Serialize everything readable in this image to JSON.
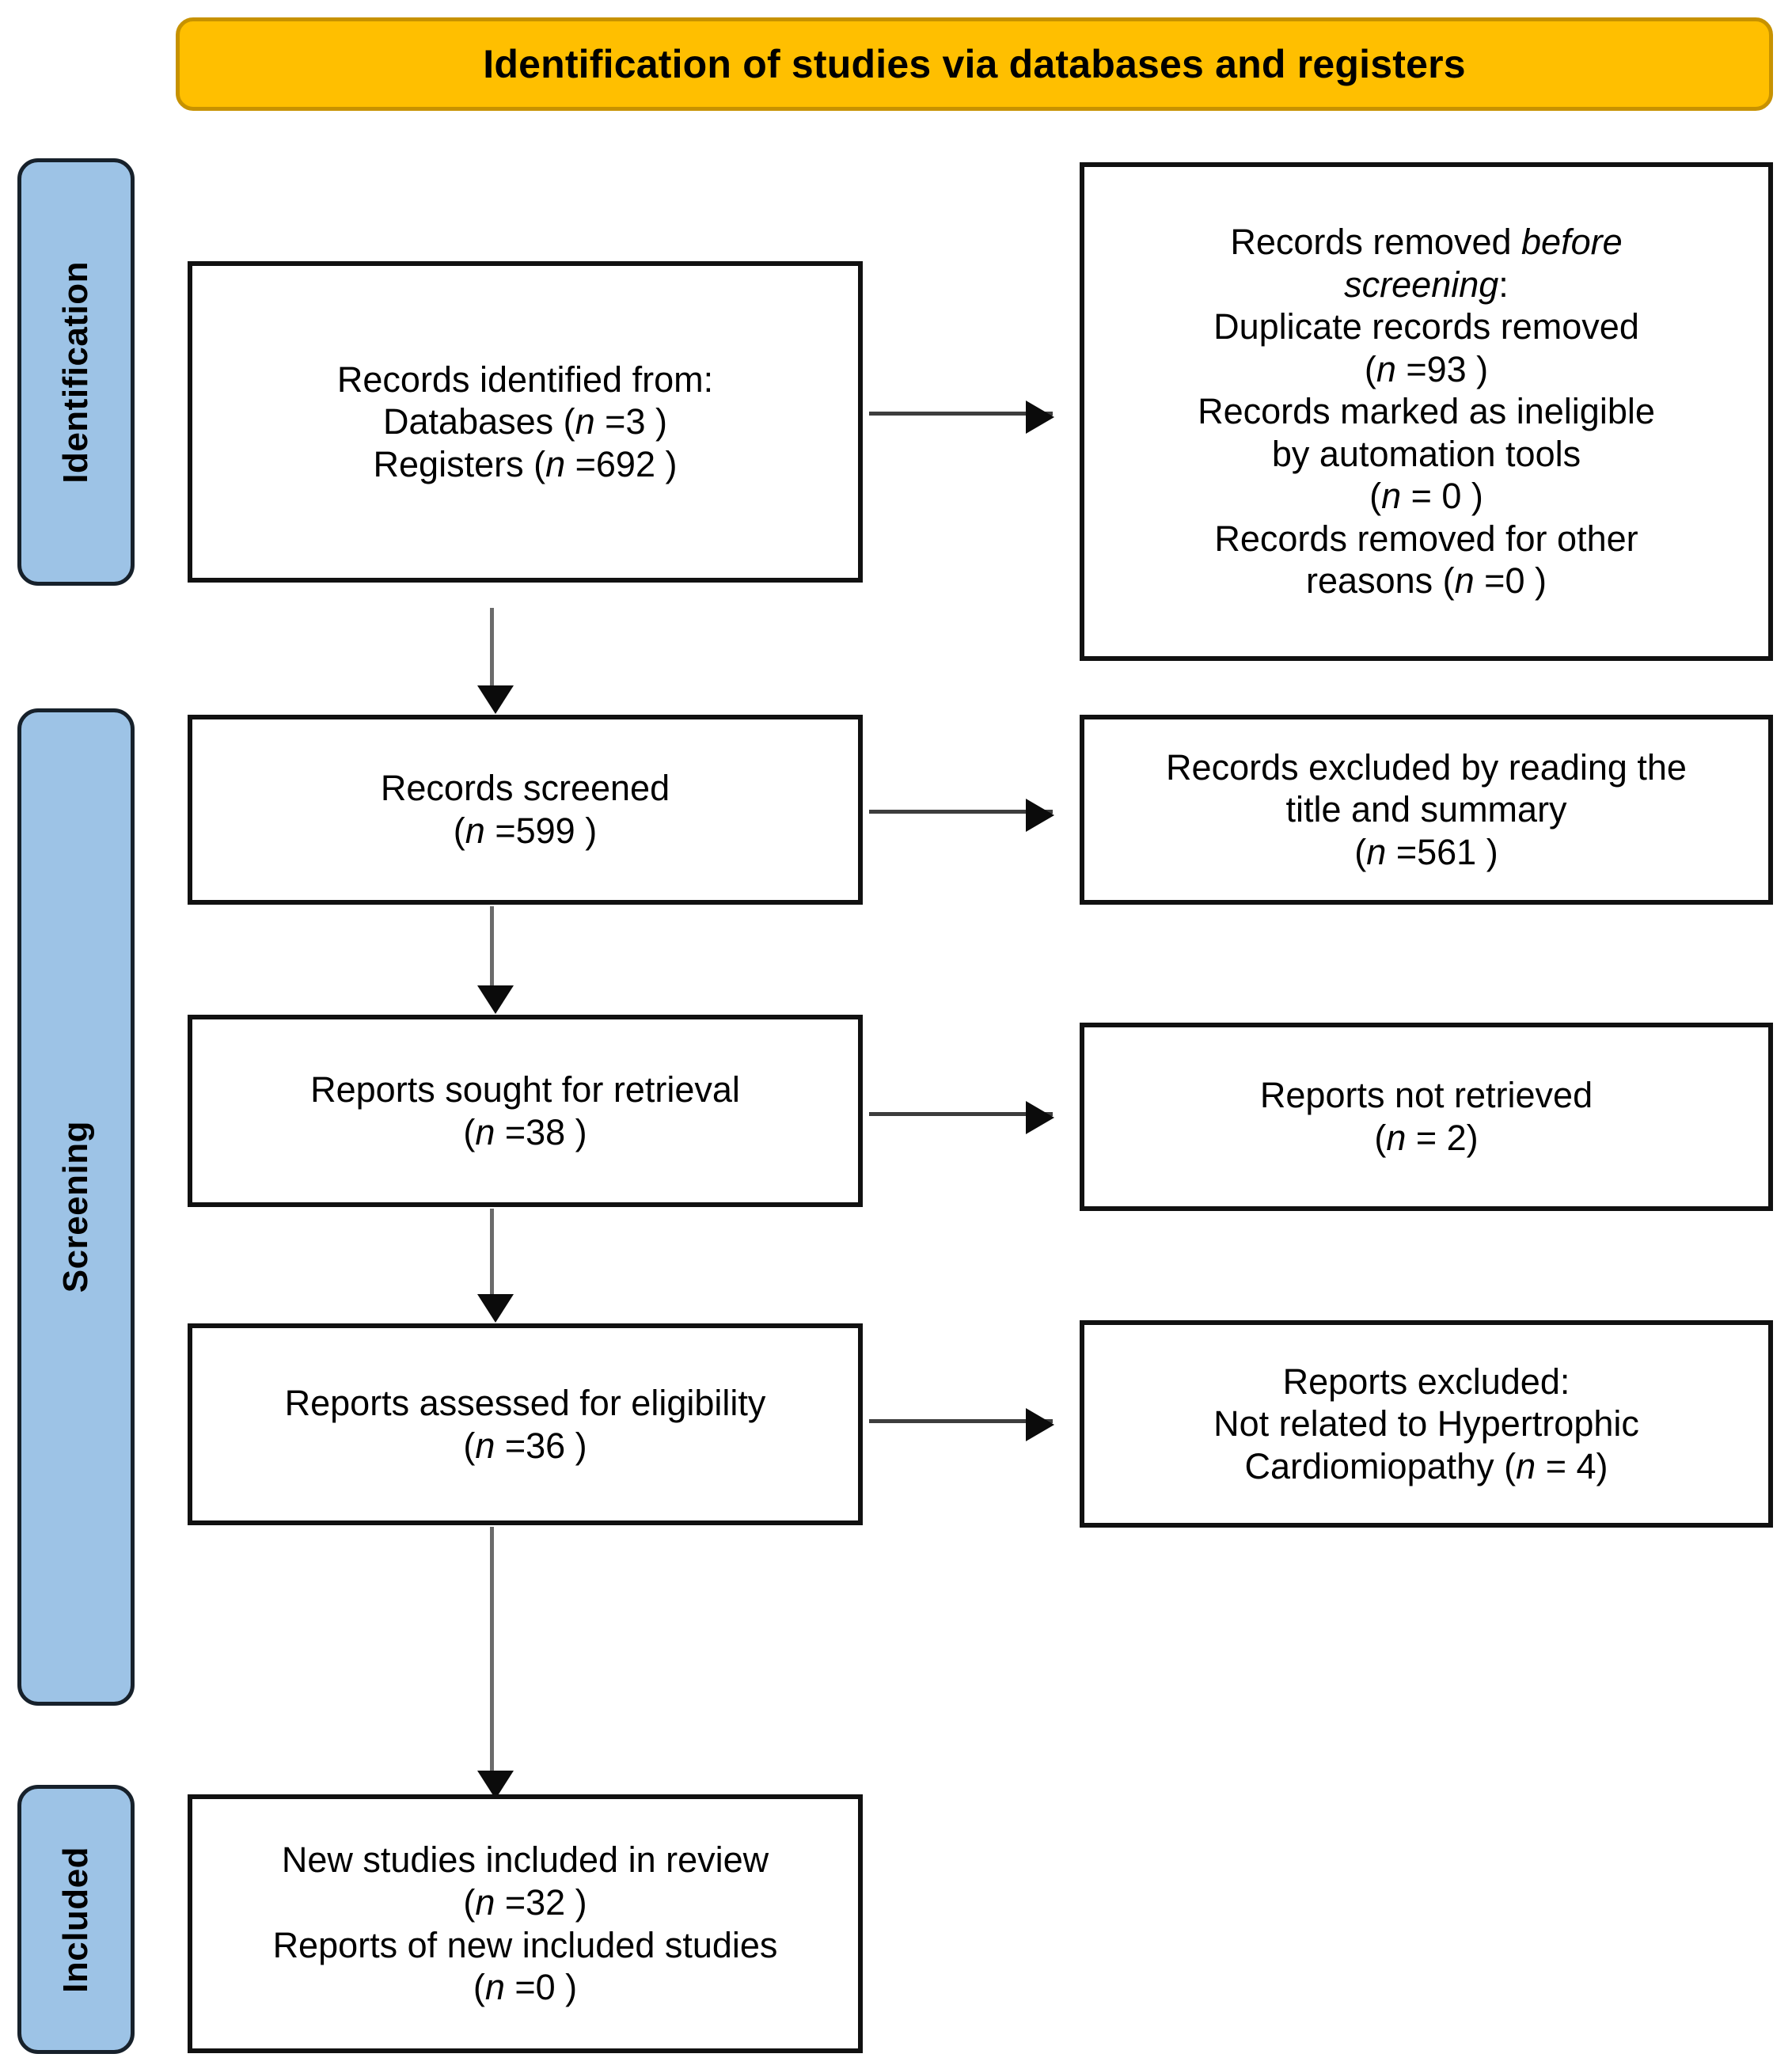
{
  "banner": {
    "title": "Identification of studies via databases and registers",
    "fill_color": "#FFBF00",
    "border_color": "#C79200"
  },
  "stages": [
    {
      "label": "Identification",
      "fill_color": "#9DC3E6"
    },
    {
      "label": "Screening",
      "fill_color": "#9DC3E6"
    },
    {
      "label": "Included",
      "fill_color": "#9DC3E6"
    }
  ],
  "boxes": {
    "records_identified": {
      "line1": "Records identified from:",
      "line2_label": "Databases (",
      "line2_n": "n",
      "line2_value": " =3 )",
      "line3_label": "Registers (",
      "line3_n": "n",
      "line3_value": " =692 )"
    },
    "records_removed": {
      "line1_plain": "Records removed ",
      "line1_italic": "before",
      "line2_italic": "screening",
      "line2_plain": ":",
      "line3": "Duplicate records removed",
      "line4_open": "(",
      "line4_n": "n",
      "line4_value": " =93 )",
      "line5": "Records marked as ineligible",
      "line6": "by automation tools",
      "line7_open": "(",
      "line7_n": "n",
      "line7_value": " = 0 )",
      "line8": "Records removed for other",
      "line9_label": "reasons  (",
      "line9_n": "n",
      "line9_value": " =0 )"
    },
    "records_screened": {
      "line1": "Records screened",
      "line2_open": "(",
      "line2_n": "n",
      "line2_value": " =599 )"
    },
    "records_excluded": {
      "line1": "Records excluded by reading the",
      "line2": "title and summary",
      "line3_open": "(",
      "line3_n": "n",
      "line3_value": " =561 )"
    },
    "reports_sought": {
      "line1": "Reports sought for retrieval",
      "line2_open": "(",
      "line2_n": "n",
      "line2_value": " =38 )"
    },
    "reports_not_retrieved": {
      "line1": "Reports not retrieved",
      "line2_open": "(",
      "line2_n": "n",
      "line2_value": " = 2)"
    },
    "reports_assessed": {
      "line1": "Reports assessed for eligibility",
      "line2_open": "(",
      "line2_n": "n",
      "line2_value": " =36 )"
    },
    "reports_excluded": {
      "line1": "Reports excluded:",
      "line2": "Not related to Hypertrophic",
      "line3_label": "Cardiomiopathy (",
      "line3_n": "n",
      "line3_value": " = 4)"
    },
    "new_studies_included": {
      "line1": "New studies included in review",
      "line2_open": "(",
      "line2_n": "n",
      "line2_value": " =32 )",
      "line3": "Reports of new included studies",
      "line4_open": "(",
      "line4_n": "n",
      "line4_value": " =0 )"
    }
  },
  "flow_data": {
    "type": "prisma-flow",
    "title": "Identification of studies via databases and registers",
    "stages": [
      "Identification",
      "Screening",
      "Included"
    ],
    "nodes": [
      {
        "id": "records_identified",
        "stage": "Identification",
        "counts": {
          "Databases": 3,
          "Registers": 692
        }
      },
      {
        "id": "records_removed_before_screening",
        "stage": "Identification",
        "counts": {
          "Duplicate records removed": 93,
          "Records marked as ineligible by automation tools": 0,
          "Records removed for other reasons": 0
        }
      },
      {
        "id": "records_screened",
        "stage": "Screening",
        "counts": {
          "n": 599
        }
      },
      {
        "id": "records_excluded_title_summary",
        "stage": "Screening",
        "counts": {
          "n": 561
        }
      },
      {
        "id": "reports_sought_for_retrieval",
        "stage": "Screening",
        "counts": {
          "n": 38
        }
      },
      {
        "id": "reports_not_retrieved",
        "stage": "Screening",
        "counts": {
          "n": 2
        }
      },
      {
        "id": "reports_assessed_for_eligibility",
        "stage": "Screening",
        "counts": {
          "n": 36
        }
      },
      {
        "id": "reports_excluded_not_related",
        "stage": "Screening",
        "counts": {
          "n": 4
        }
      },
      {
        "id": "new_studies_included_in_review",
        "stage": "Included",
        "counts": {
          "New studies": 32,
          "Reports of new included studies": 0
        }
      }
    ],
    "edges": [
      {
        "from": "records_identified",
        "to": "records_removed_before_screening",
        "direction": "right"
      },
      {
        "from": "records_identified",
        "to": "records_screened",
        "direction": "down"
      },
      {
        "from": "records_screened",
        "to": "records_excluded_title_summary",
        "direction": "right"
      },
      {
        "from": "records_screened",
        "to": "reports_sought_for_retrieval",
        "direction": "down"
      },
      {
        "from": "reports_sought_for_retrieval",
        "to": "reports_not_retrieved",
        "direction": "right"
      },
      {
        "from": "reports_sought_for_retrieval",
        "to": "reports_assessed_for_eligibility",
        "direction": "down"
      },
      {
        "from": "reports_assessed_for_eligibility",
        "to": "reports_excluded_not_related",
        "direction": "right"
      },
      {
        "from": "reports_assessed_for_eligibility",
        "to": "new_studies_included_in_review",
        "direction": "down"
      }
    ]
  }
}
